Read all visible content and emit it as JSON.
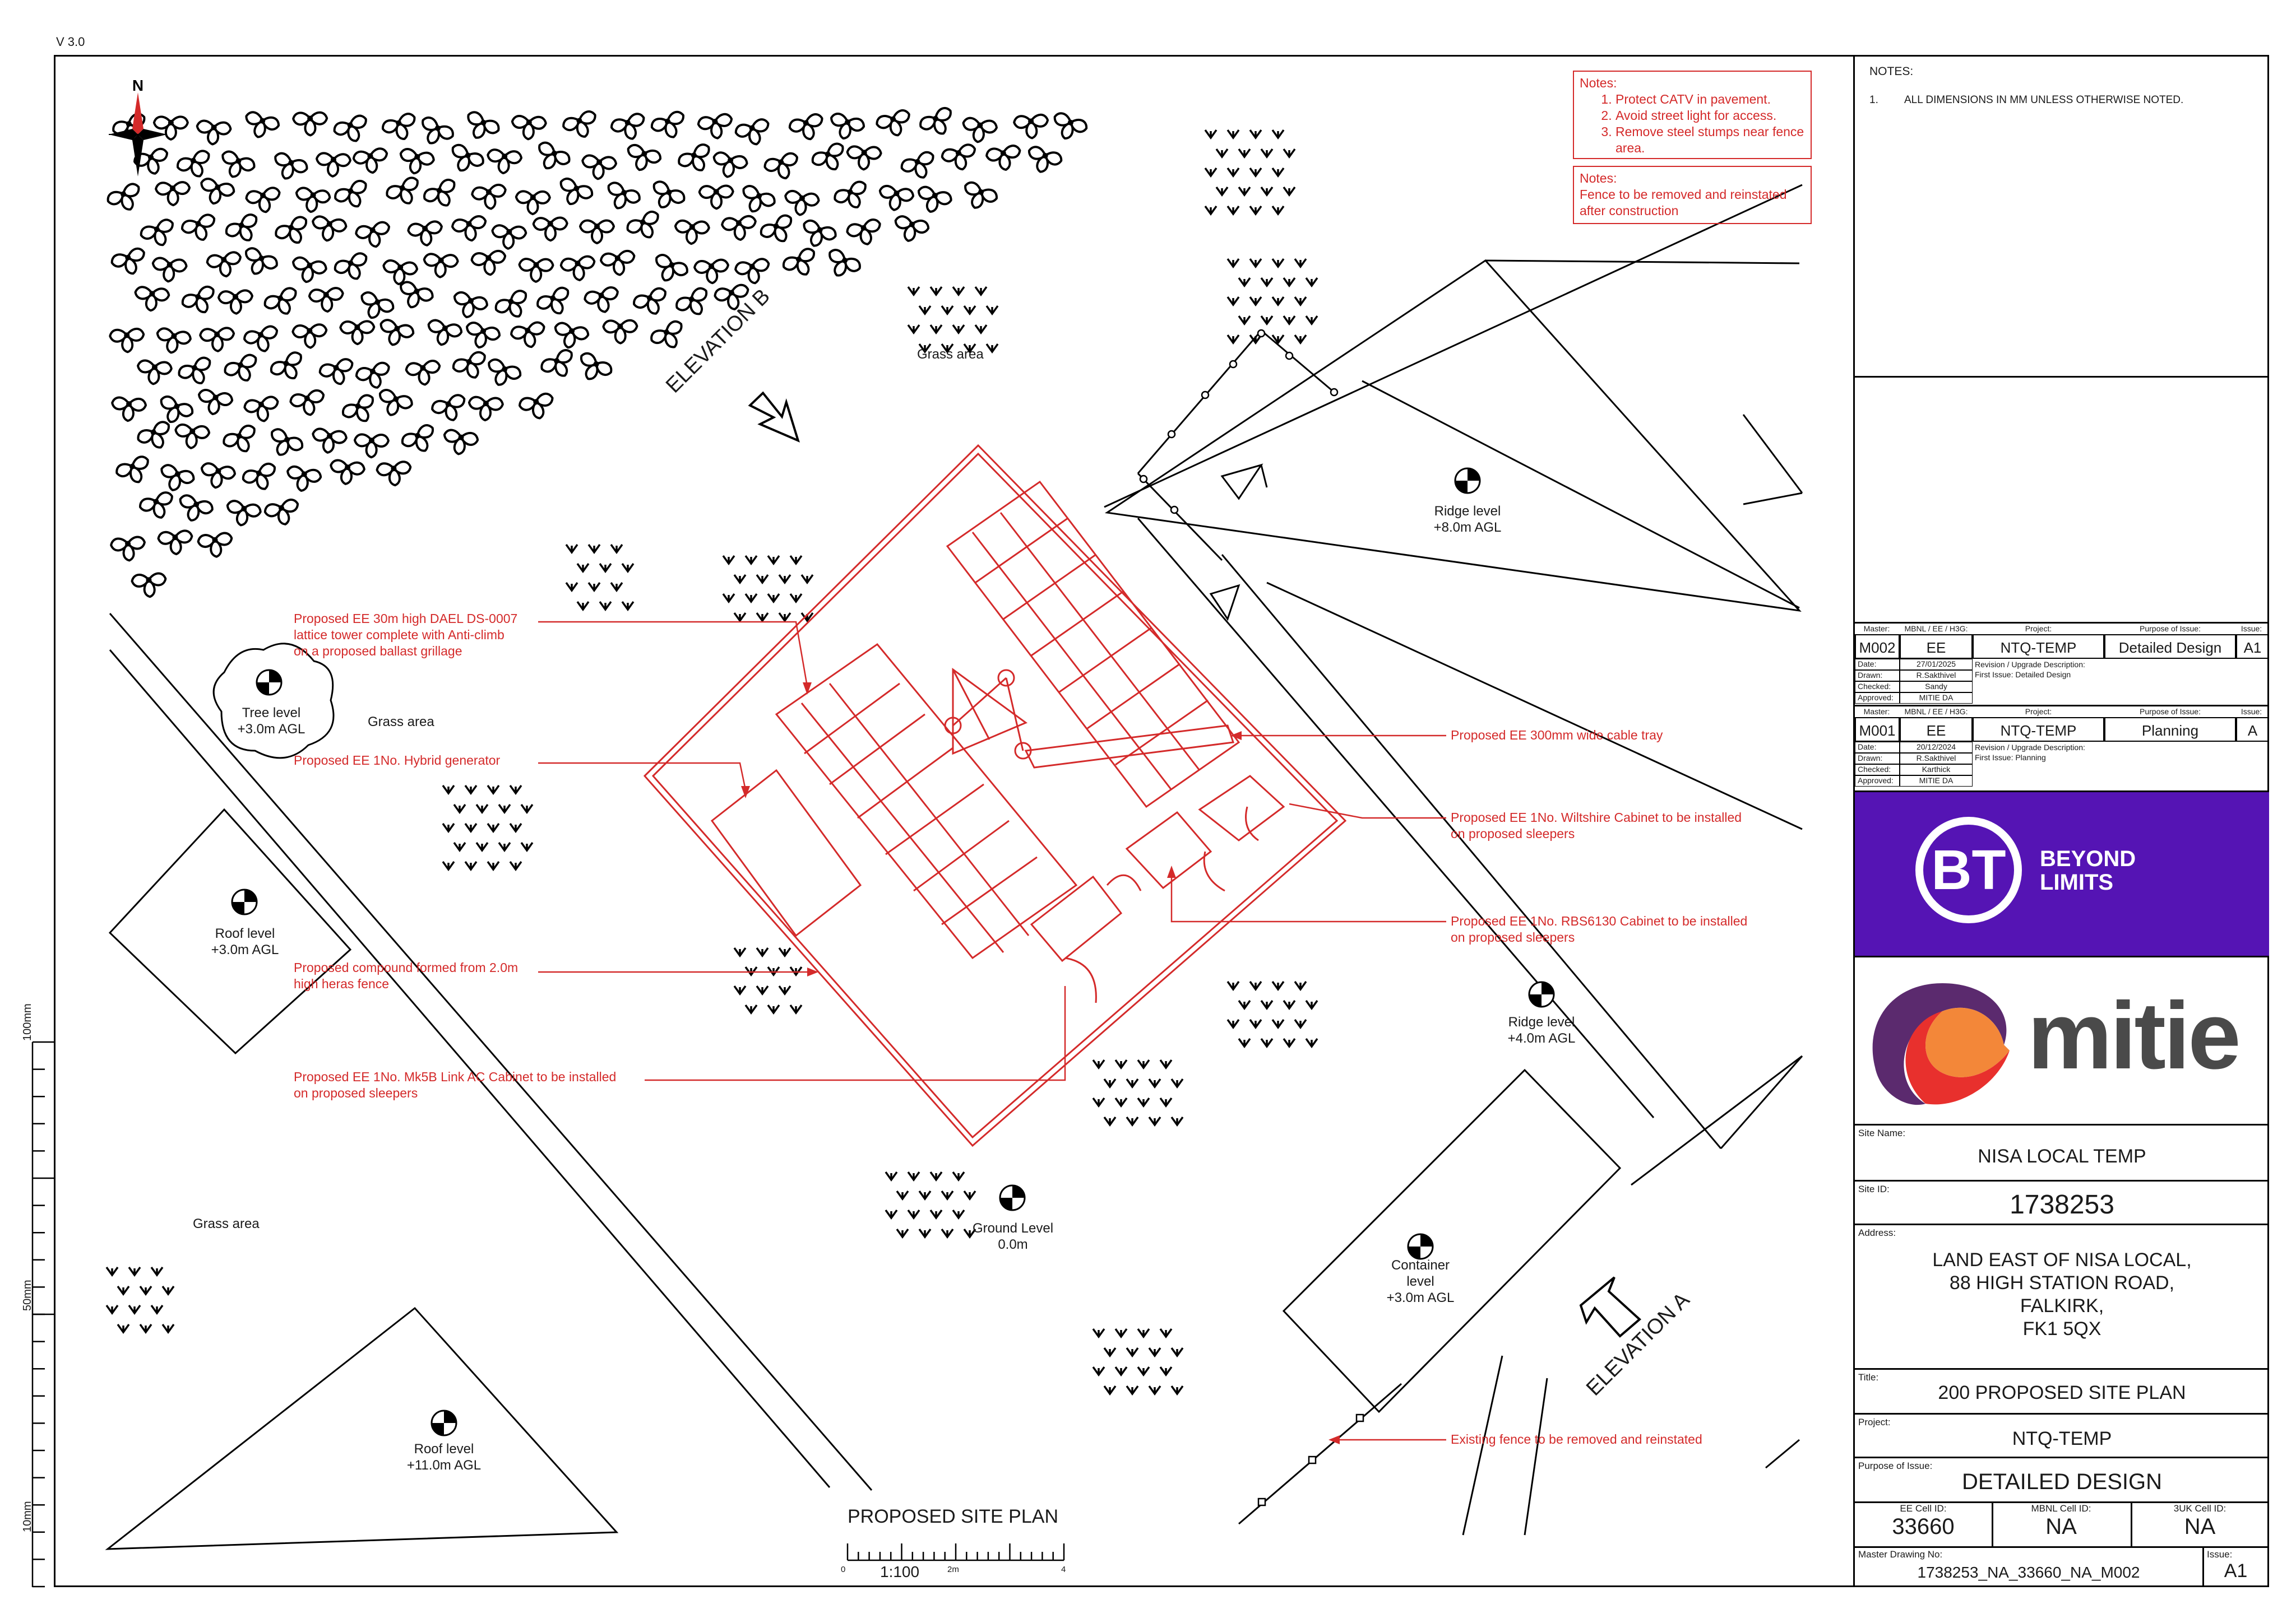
{
  "version": "V 3.0",
  "north_label": "N",
  "plan_notes": {
    "heading": "Notes:",
    "items": [
      "Protect CATV in pavement.",
      "Avoid street light for access.",
      "Remove steel stumps near fence area."
    ],
    "heading2": "Notes:",
    "fence_note": "Fence to be removed and reinstated after construction"
  },
  "elevations": {
    "b": "ELEVATION B",
    "a": "ELEVATION A"
  },
  "area_labels": {
    "grass1": "Grass area",
    "grass2": "Grass area",
    "grass3": "Grass area"
  },
  "level_labels": {
    "ridge8": [
      "Ridge level",
      "+8.0m AGL"
    ],
    "tree3": [
      "Tree level",
      "+3.0m AGL"
    ],
    "roof3": [
      "Roof level",
      "+3.0m AGL"
    ],
    "ridge4": [
      "Ridge level",
      "+4.0m AGL"
    ],
    "ground": [
      "Ground Level",
      "0.0m"
    ],
    "container": [
      "Container",
      "level",
      "+3.0m AGL"
    ],
    "roof11": [
      "Roof level",
      "+11.0m AGL"
    ]
  },
  "callouts": {
    "tower": [
      "Proposed EE 30m high DAEL DS-0007",
      "lattice tower complete with Anti-climb",
      "on a proposed ballast grillage"
    ],
    "generator": [
      "Proposed EE 1No. Hybrid generator"
    ],
    "compound": [
      "Proposed compound formed from 2.0m",
      "high heras fence"
    ],
    "mk5b": [
      "Proposed EE 1No. Mk5B Link AC Cabinet to be installed",
      "on proposed sleepers"
    ],
    "cable_tray": [
      "Proposed EE 300mm wide cable tray"
    ],
    "wiltshire": [
      "Proposed EE 1No. Wiltshire Cabinet to be installed",
      "on proposed sleepers"
    ],
    "rbs": [
      "Proposed EE 1No. RBS6130 Cabinet to be installed",
      "on proposed sleepers"
    ],
    "existing_fence": [
      "Existing fence to be removed and reinstated"
    ]
  },
  "plan_title": "PROPOSED SITE PLAN",
  "scale": {
    "ratio": "1:100",
    "ticks": [
      "0",
      "2m",
      "4"
    ]
  },
  "ruler_labels": [
    "100mm",
    "50mm",
    "10mm"
  ],
  "title_block": {
    "notes_heading": "NOTES:",
    "notes": [
      {
        "num": "1.",
        "text": "ALL DIMENSIONS IN MM UNLESS OTHERWISE NOTED."
      }
    ],
    "revisions": [
      {
        "hdr_master": "Master:",
        "hdr_mbnl": "MBNL / EE / H3G:",
        "hdr_project": "Project:",
        "hdr_purpose": "Purpose of Issue:",
        "hdr_issue": "Issue:",
        "master": "M002",
        "mbnl": "EE",
        "project": "NTQ-TEMP",
        "purpose": "Detailed Design",
        "issue": "A1",
        "date_lbl": "Date:",
        "date": "27/01/2025",
        "drawn_lbl": "Drawn:",
        "drawn": "R.Sakthivel",
        "checked_lbl": "Checked:",
        "checked": "Sandy",
        "approved_lbl": "Approved:",
        "approved": "MITIE DA",
        "desc_lbl": "Revision / Upgrade Description:",
        "desc": "First Issue: Detailed Design"
      },
      {
        "hdr_master": "Master:",
        "hdr_mbnl": "MBNL / EE / H3G:",
        "hdr_project": "Project:",
        "hdr_purpose": "Purpose of Issue:",
        "hdr_issue": "Issue:",
        "master": "M001",
        "mbnl": "EE",
        "project": "NTQ-TEMP",
        "purpose": "Planning",
        "issue": "A",
        "date_lbl": "Date:",
        "date": "20/12/2024",
        "drawn_lbl": "Drawn:",
        "drawn": "R.Sakthivel",
        "checked_lbl": "Checked:",
        "checked": "Karthick",
        "approved_lbl": "Approved:",
        "approved": "MITIE DA",
        "desc_lbl": "Revision / Upgrade Description:",
        "desc": "First Issue: Planning"
      }
    ],
    "bt_logo": {
      "mark": "BT",
      "line1": "BEYOND",
      "line2": "LIMITS",
      "color": "#5514b4"
    },
    "mitie_logo": {
      "word": "mitie",
      "color": "#4a4a4a"
    },
    "site_name_lbl": "Site Name:",
    "site_name": "NISA LOCAL TEMP",
    "site_id_lbl": "Site ID:",
    "site_id": "1738253",
    "address_lbl": "Address:",
    "address": [
      "LAND EAST OF NISA LOCAL,",
      "88 HIGH STATION ROAD,",
      "FALKIRK,",
      "FK1 5QX"
    ],
    "title_lbl": "Title:",
    "title": "200 PROPOSED SITE PLAN",
    "project_lbl": "Project:",
    "project": "NTQ-TEMP",
    "purpose_lbl": "Purpose of Issue:",
    "purpose": "DETAILED DESIGN",
    "ee_cell_lbl": "EE Cell ID:",
    "ee_cell": "33660",
    "mbnl_cell_lbl": "MBNL Cell ID:",
    "mbnl_cell": "NA",
    "uk3_cell_lbl": "3UK Cell ID:",
    "uk3_cell": "NA",
    "master_drawing_lbl": "Master Drawing No:",
    "master_drawing": "1738253_NA_33660_NA_M002",
    "issue_lbl": "Issue:",
    "issue": "A1"
  },
  "colors": {
    "markup_red": "#d42a2a",
    "bt_purple": "#5514b4"
  }
}
